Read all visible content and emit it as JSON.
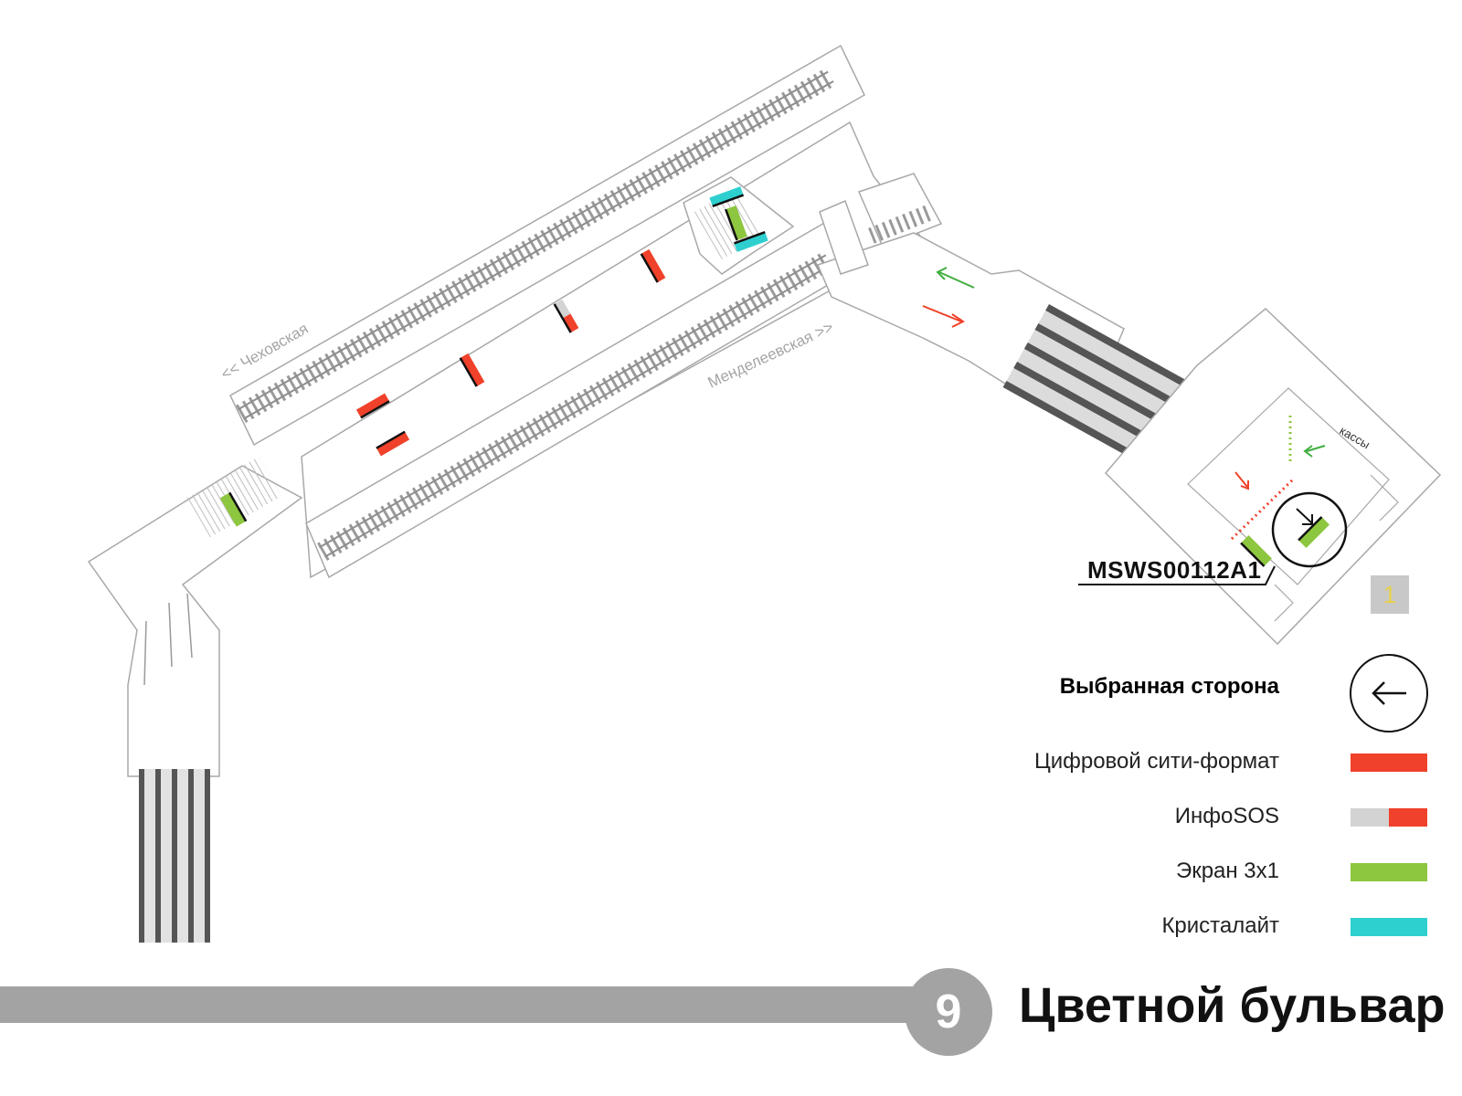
{
  "station": {
    "name": "Цветной бульвар",
    "line_number": "9",
    "line_color": "#a3a3a3"
  },
  "map": {
    "direction_left": "<< Чеховская",
    "direction_right": "Менделеевская >>",
    "ticket_office": "кассы",
    "selected_code": "MSWS00112A1",
    "exit_number": "1"
  },
  "legend": {
    "selected_side": {
      "label": "Выбранная сторона",
      "icon": "arrow-left-icon"
    },
    "items": [
      {
        "label": "Цифровой сити-формат",
        "color": "#f0412a"
      },
      {
        "label": "ИнфоSOS",
        "color": "#d3d3d3",
        "color2": "#f0412a"
      },
      {
        "label": "Экран 3x1",
        "color": "#8dc63f"
      },
      {
        "label": "Кристалайт",
        "color": "#2ecfcf"
      }
    ]
  },
  "colors": {
    "red": "#f0412a",
    "green": "#8dc63f",
    "cyan": "#2ecfcf",
    "gray": "#c8c8c8",
    "outline": "#a8a8a8"
  }
}
